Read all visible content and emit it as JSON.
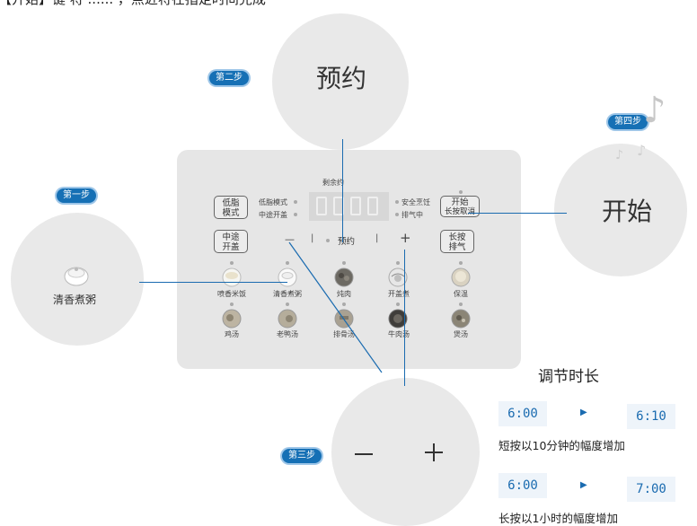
{
  "banner": "【开始】键 将 ...... ，点近将在指定时间完成",
  "steps": {
    "step1": "第一步",
    "step2": "第二步",
    "step3": "第三步",
    "step4": "第四步"
  },
  "big_circles": {
    "reserve": "预约",
    "start": "开始",
    "menu_item": "清香煮粥",
    "minus": "−",
    "plus": "+"
  },
  "panel": {
    "remaining": "剩余约",
    "low_fat_btn_line1": "低脂",
    "low_fat_btn_line2": "模式",
    "mid_open_btn_line1": "中途",
    "mid_open_btn_line2": "开盖",
    "low_fat_label": "低脂模式",
    "mid_open_label": "中途开盖",
    "safe_cook_label": "安全烹饪",
    "exhaust_label": "排气中",
    "start_btn_line1": "开始",
    "start_btn_line2": "长按取消",
    "long_press_line1": "长按",
    "long_press_line2": "排气",
    "minus": "—",
    "reserve": "预约",
    "plus": "+",
    "sep": "|"
  },
  "menus": [
    {
      "label": "喷香米饭"
    },
    {
      "label": "清香煮粥"
    },
    {
      "label": "炖肉"
    },
    {
      "label": "开盖煮"
    },
    {
      "label": "保温"
    },
    {
      "label": "鸡汤"
    },
    {
      "label": "老鸭汤"
    },
    {
      "label": "排骨汤"
    },
    {
      "label": "牛肉汤"
    },
    {
      "label": "煲汤"
    }
  ],
  "adjust": {
    "title": "调节时长",
    "short_from": "6:00",
    "short_to": "6:10",
    "short_caption": "短按以10分钟的幅度增加",
    "long_from": "6:00",
    "long_to": "7:00",
    "long_caption": "长按以1小时的幅度增加",
    "arrow": "▶"
  },
  "colors": {
    "accent": "#1670b5",
    "circle": "#e9e9e9",
    "panel": "#e6e6e6"
  }
}
